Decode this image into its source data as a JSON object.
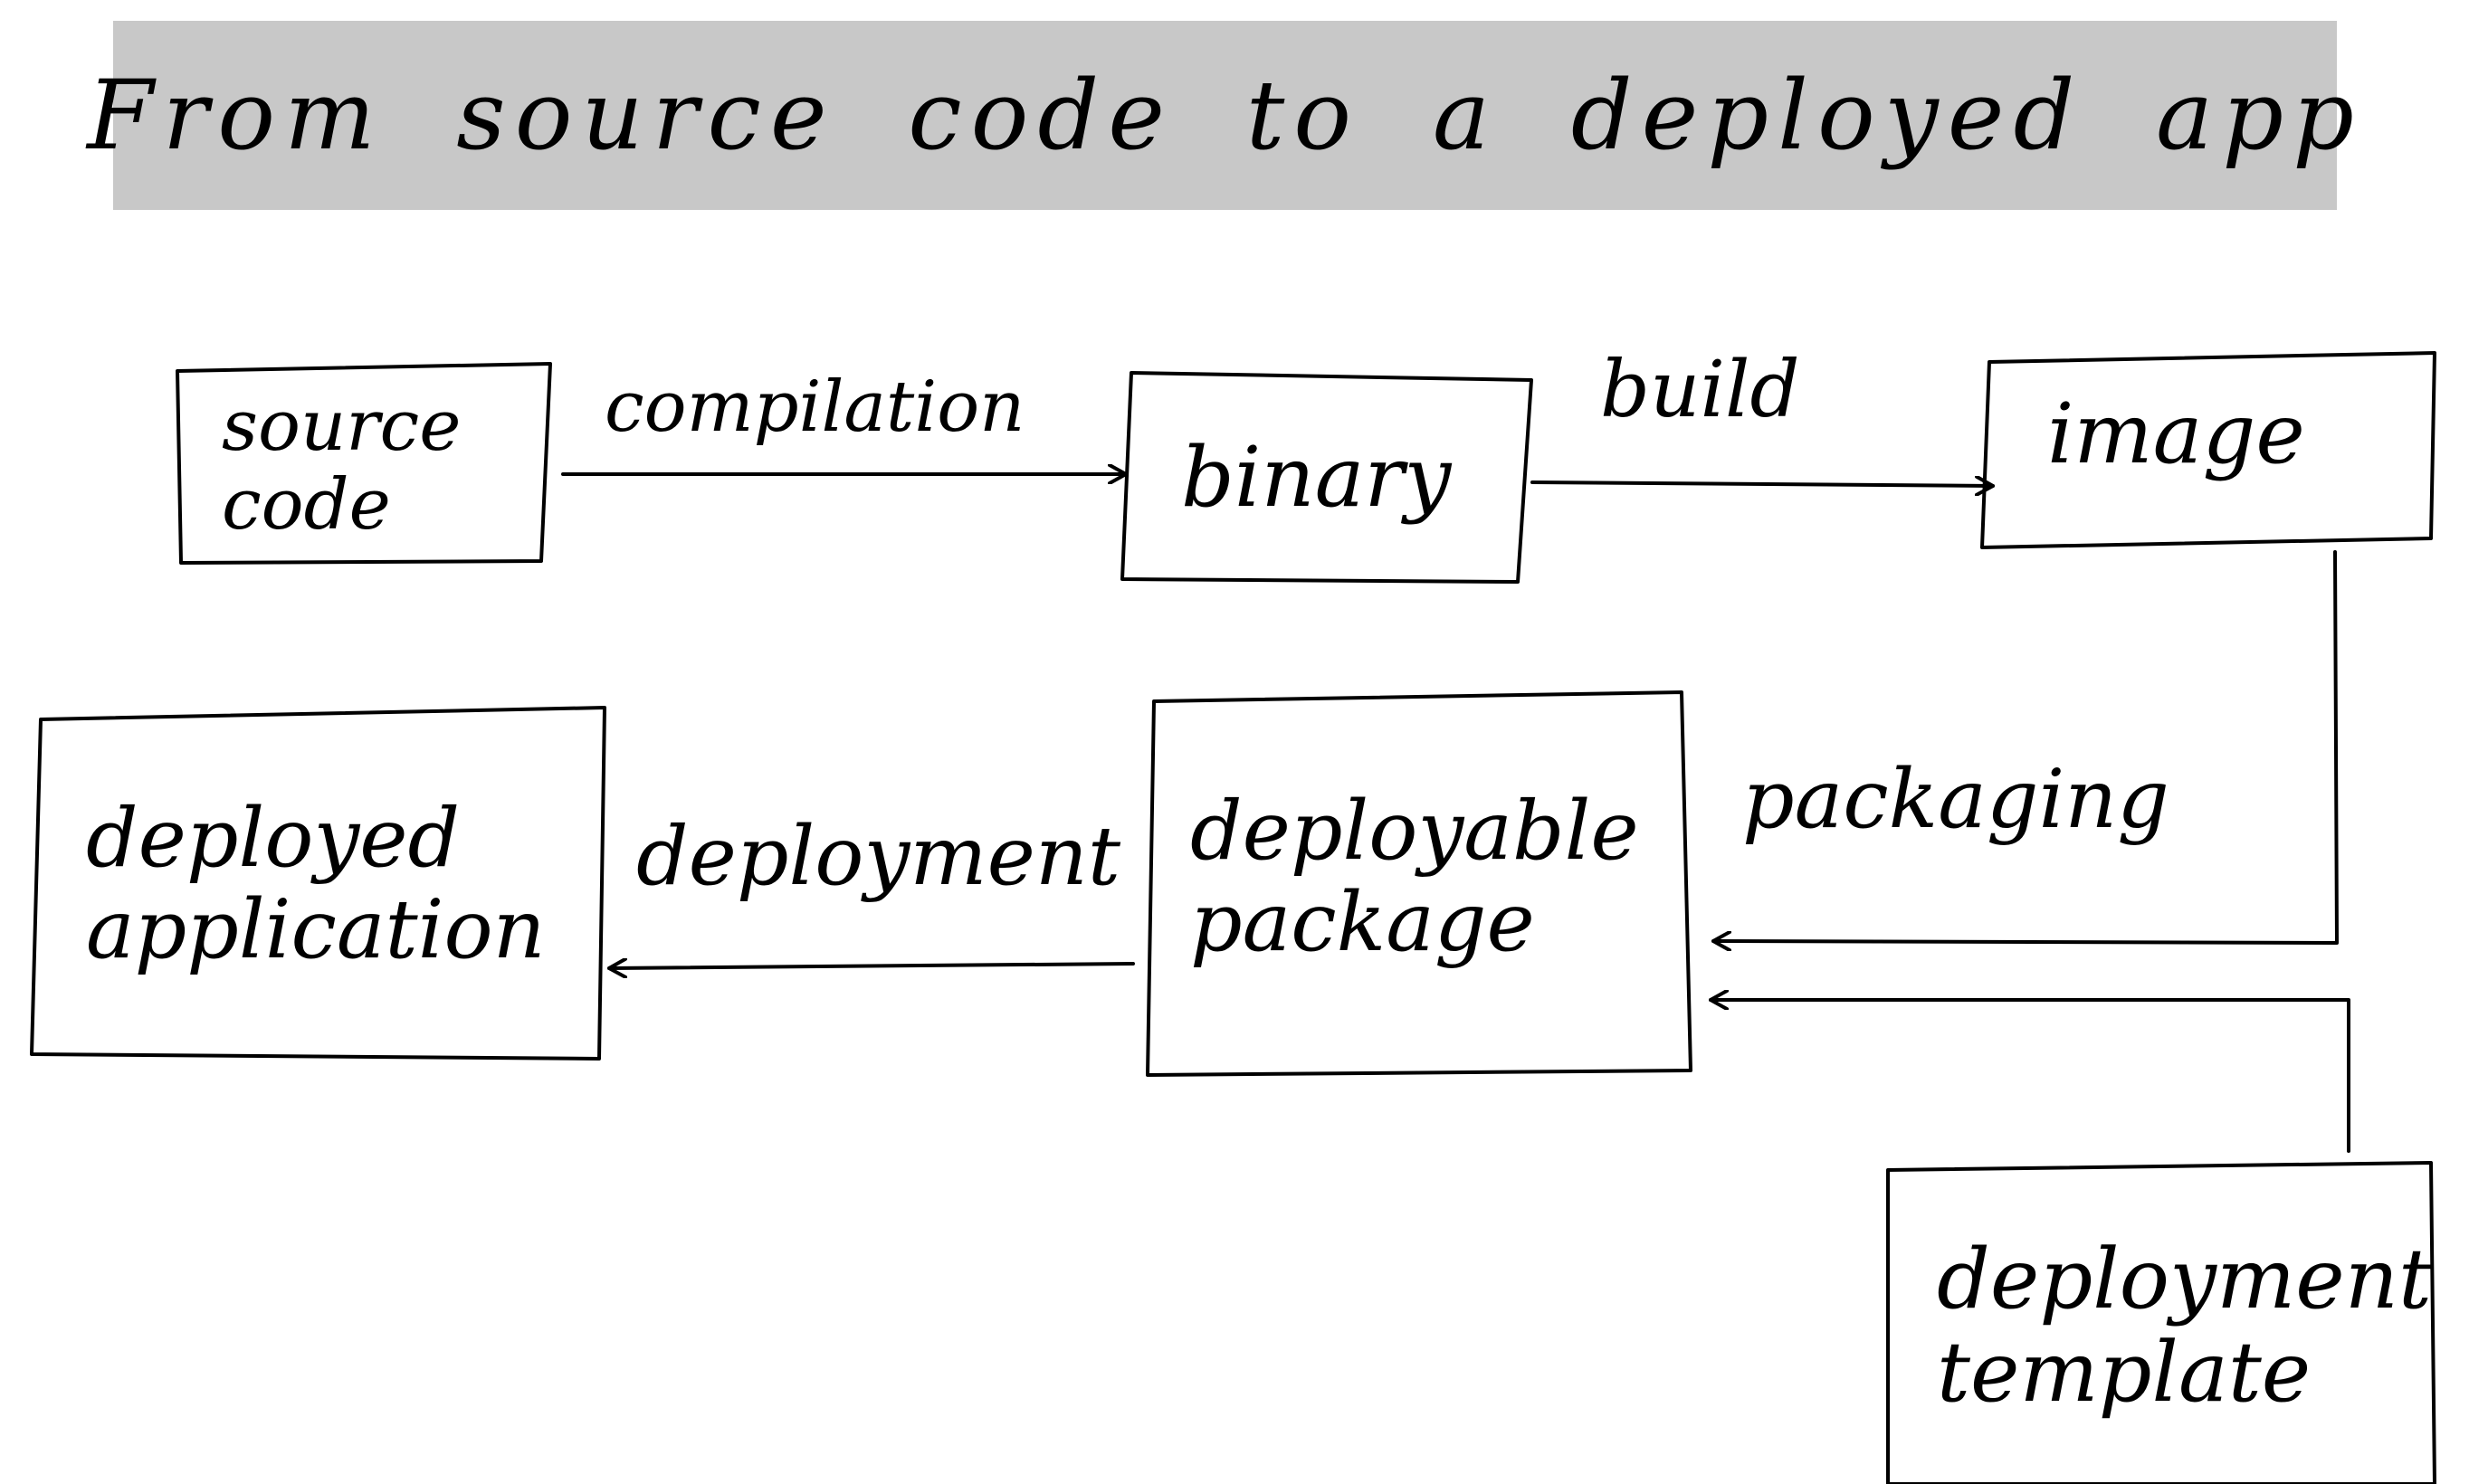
{
  "title": "From source code to a deployed app",
  "nodes": {
    "source_code": {
      "line1": "source",
      "line2": "code"
    },
    "binary": {
      "label": "binary"
    },
    "image": {
      "label": "image"
    },
    "deployable_package": {
      "line1": "deployable",
      "line2": "package"
    },
    "deployed_application": {
      "line1": "deployed",
      "line2": "application"
    },
    "deployment_template": {
      "line1": "deployment",
      "line2": "template"
    }
  },
  "edges": {
    "compilation": "compilation",
    "build": "build",
    "packaging": "packaging",
    "deployment": "deployment"
  },
  "colors": {
    "ink": "#000000",
    "title_band": "#c8c8c8",
    "background": "#ffffff"
  }
}
